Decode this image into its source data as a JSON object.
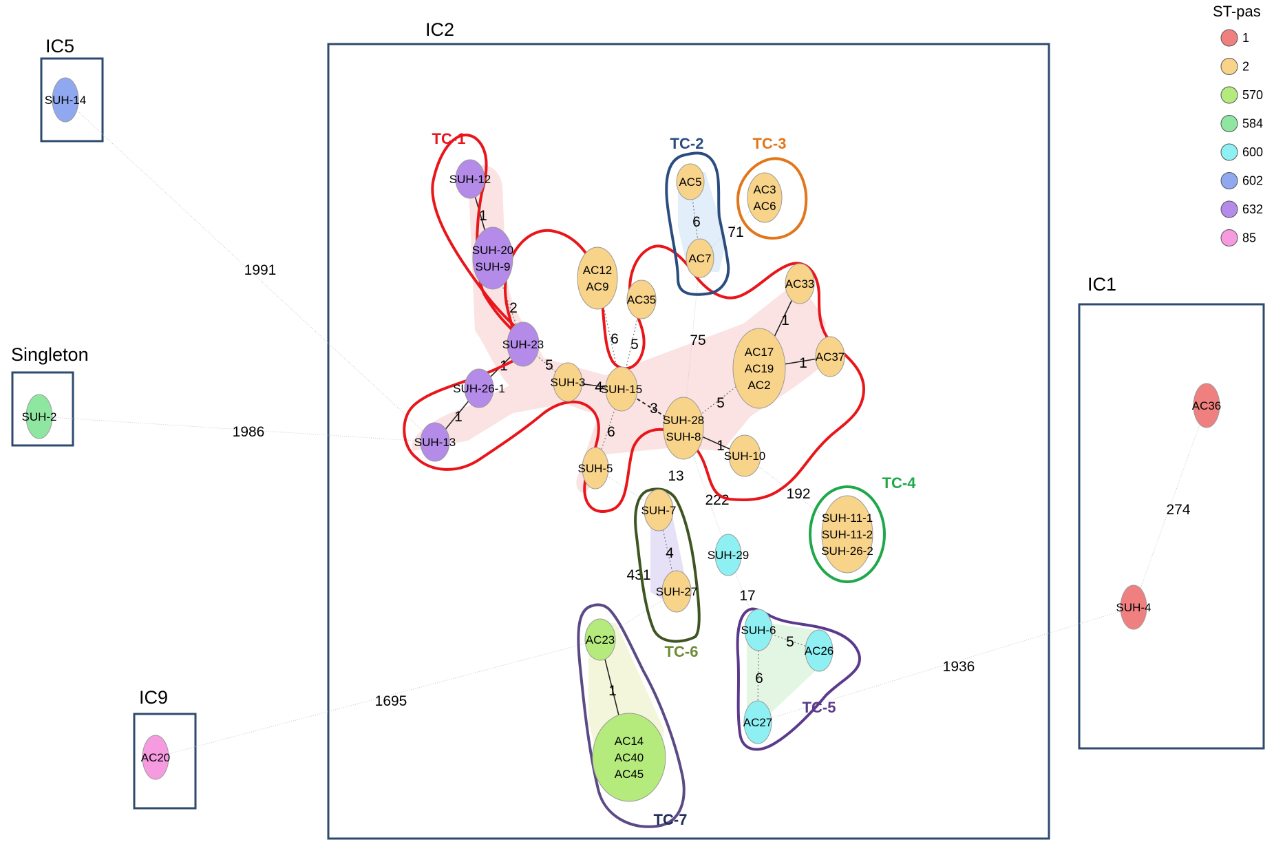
{
  "colors": {
    "st_1": "#f08080",
    "st_2": "#f8d38a",
    "st_570": "#b5ea7d",
    "st_584": "#8fe6a0",
    "st_600": "#8ef0f2",
    "st_602": "#8fa8f0",
    "st_632": "#b48be8",
    "st_85": "#f79be0",
    "box_border": "#2d4a6e"
  },
  "legend": {
    "title": "ST-pas",
    "items": [
      {
        "label": "1",
        "color": "#f08080"
      },
      {
        "label": "2",
        "color": "#f8d38a"
      },
      {
        "label": "570",
        "color": "#b5ea7d"
      },
      {
        "label": "584",
        "color": "#8fe6a0"
      },
      {
        "label": "600",
        "color": "#8ef0f2"
      },
      {
        "label": "602",
        "color": "#8fa8f0"
      },
      {
        "label": "632",
        "color": "#b48be8"
      },
      {
        "label": "85",
        "color": "#f79be0"
      }
    ]
  },
  "groups": [
    {
      "id": "IC5",
      "label": "IC5"
    },
    {
      "id": "IC2",
      "label": "IC2"
    },
    {
      "id": "IC1",
      "label": "IC1"
    },
    {
      "id": "Singleton",
      "label": "Singleton"
    },
    {
      "id": "IC9",
      "label": "IC9"
    }
  ],
  "clusters": [
    {
      "id": "TC-1",
      "label": "TC-1",
      "color": "#e8161b"
    },
    {
      "id": "TC-2",
      "label": "TC-2",
      "color": "#2b4c7e"
    },
    {
      "id": "TC-3",
      "label": "TC-3",
      "color": "#e2761b"
    },
    {
      "id": "TC-4",
      "label": "TC-4",
      "color": "#1fa84a"
    },
    {
      "id": "TC-5",
      "label": "TC-5",
      "color": "#5b3a8c"
    },
    {
      "id": "TC-6",
      "label": "TC-6",
      "color": "#6e8a35"
    },
    {
      "id": "TC-7",
      "label": "TC-7",
      "color": "#1f2e5a"
    }
  ],
  "nodes": [
    {
      "id": "SUH-14",
      "lines": [
        "SUH-14"
      ],
      "st": "602"
    },
    {
      "id": "SUH-2",
      "lines": [
        "SUH-2"
      ],
      "st": "584"
    },
    {
      "id": "AC20",
      "lines": [
        "AC20"
      ],
      "st": "85"
    },
    {
      "id": "AC36",
      "lines": [
        "AC36"
      ],
      "st": "1"
    },
    {
      "id": "SUH-4",
      "lines": [
        "SUH-4"
      ],
      "st": "1"
    },
    {
      "id": "SUH-12",
      "lines": [
        "SUH-12"
      ],
      "st": "632"
    },
    {
      "id": "SUH-20",
      "lines": [
        "SUH-20",
        "SUH-9"
      ],
      "st": "632"
    },
    {
      "id": "SUH-23",
      "lines": [
        "SUH-23"
      ],
      "st": "632"
    },
    {
      "id": "SUH-26-1",
      "lines": [
        "SUH-26-1"
      ],
      "st": "632"
    },
    {
      "id": "SUH-13",
      "lines": [
        "SUH-13"
      ],
      "st": "632"
    },
    {
      "id": "SUH-3",
      "lines": [
        "SUH-3"
      ],
      "st": "2"
    },
    {
      "id": "SUH-15",
      "lines": [
        "SUH-15"
      ],
      "st": "2"
    },
    {
      "id": "AC12",
      "lines": [
        "AC12",
        "AC9"
      ],
      "st": "2"
    },
    {
      "id": "AC35",
      "lines": [
        "AC35"
      ],
      "st": "2"
    },
    {
      "id": "SUH-5",
      "lines": [
        "SUH-5"
      ],
      "st": "2"
    },
    {
      "id": "SUH-28",
      "lines": [
        "SUH-28",
        "SUH-8"
      ],
      "st": "2"
    },
    {
      "id": "SUH-10",
      "lines": [
        "SUH-10"
      ],
      "st": "2"
    },
    {
      "id": "AC17",
      "lines": [
        "AC17",
        "AC19",
        "AC2"
      ],
      "st": "2"
    },
    {
      "id": "AC33",
      "lines": [
        "AC33"
      ],
      "st": "2"
    },
    {
      "id": "AC37",
      "lines": [
        "AC37"
      ],
      "st": "2"
    },
    {
      "id": "AC5",
      "lines": [
        "AC5"
      ],
      "st": "2"
    },
    {
      "id": "AC7",
      "lines": [
        "AC7"
      ],
      "st": "2"
    },
    {
      "id": "AC3",
      "lines": [
        "AC3",
        "AC6"
      ],
      "st": "2"
    },
    {
      "id": "SUH-11",
      "lines": [
        "SUH-11-1",
        "SUH-11-2",
        "SUH-26-2"
      ],
      "st": "2"
    },
    {
      "id": "SUH-7",
      "lines": [
        "SUH-7"
      ],
      "st": "2"
    },
    {
      "id": "SUH-27",
      "lines": [
        "SUH-27"
      ],
      "st": "2"
    },
    {
      "id": "SUH-29",
      "lines": [
        "SUH-29"
      ],
      "st": "600"
    },
    {
      "id": "SUH-6",
      "lines": [
        "SUH-6"
      ],
      "st": "600"
    },
    {
      "id": "AC26",
      "lines": [
        "AC26"
      ],
      "st": "600"
    },
    {
      "id": "AC27",
      "lines": [
        "AC27"
      ],
      "st": "600"
    },
    {
      "id": "AC23",
      "lines": [
        "AC23"
      ],
      "st": "570"
    },
    {
      "id": "AC14",
      "lines": [
        "AC14",
        "AC40",
        "AC45"
      ],
      "st": "570"
    }
  ],
  "edges": [
    {
      "from": "SUH-12",
      "to": "SUH-20",
      "label": "1",
      "style": "solid"
    },
    {
      "from": "SUH-20",
      "to": "SUH-23",
      "label": "2",
      "style": "dotted"
    },
    {
      "from": "SUH-23",
      "to": "SUH-26-1",
      "label": "1",
      "style": "solid"
    },
    {
      "from": "SUH-26-1",
      "to": "SUH-13",
      "label": "1",
      "style": "solid"
    },
    {
      "from": "SUH-23",
      "to": "SUH-3",
      "label": "5",
      "style": "dotted"
    },
    {
      "from": "SUH-3",
      "to": "SUH-15",
      "label": "4",
      "style": "solid"
    },
    {
      "from": "SUH-15",
      "to": "AC12",
      "label": "6",
      "style": "dotted"
    },
    {
      "from": "SUH-15",
      "to": "AC35",
      "label": "5",
      "style": "dotted"
    },
    {
      "from": "SUH-15",
      "to": "SUH-5",
      "label": "6",
      "style": "dotted"
    },
    {
      "from": "SUH-15",
      "to": "SUH-28",
      "label": "3",
      "style": "dashed"
    },
    {
      "from": "SUH-28",
      "to": "SUH-10",
      "label": "1",
      "style": "solid"
    },
    {
      "from": "SUH-28",
      "to": "AC17",
      "label": "5",
      "style": "dotted"
    },
    {
      "from": "AC17",
      "to": "AC33",
      "label": "1",
      "style": "solid"
    },
    {
      "from": "AC17",
      "to": "AC37",
      "label": "1",
      "style": "solid"
    },
    {
      "from": "AC5",
      "to": "AC7",
      "label": "6",
      "style": "dotted"
    },
    {
      "from": "AC7",
      "to": "AC3",
      "label": "71",
      "style": "faint"
    },
    {
      "from": "AC7",
      "to": "SUH-28",
      "label": "75",
      "style": "faint"
    },
    {
      "from": "SUH-10",
      "to": "SUH-11",
      "label": "192",
      "style": "faint"
    },
    {
      "from": "SUH-28",
      "to": "SUH-29",
      "label": "222",
      "style": "faint"
    },
    {
      "from": "SUH-5",
      "to": "SUH-7",
      "label": "13",
      "style": "faint"
    },
    {
      "from": "SUH-7",
      "to": "SUH-27",
      "label": "4",
      "style": "dotted"
    },
    {
      "from": "SUH-29",
      "to": "SUH-6",
      "label": "17",
      "style": "faint"
    },
    {
      "from": "SUH-6",
      "to": "AC26",
      "label": "5",
      "style": "dotted"
    },
    {
      "from": "SUH-6",
      "to": "AC27",
      "label": "6",
      "style": "dotted"
    },
    {
      "from": "SUH-27",
      "to": "AC23",
      "label": "431",
      "style": "faint"
    },
    {
      "from": "AC23",
      "to": "AC14",
      "label": "1",
      "style": "solid"
    },
    {
      "from": "SUH-14",
      "to": "SUH-13",
      "label": "1991",
      "style": "faint"
    },
    {
      "from": "SUH-2",
      "to": "SUH-13",
      "label": "1986",
      "style": "faint"
    },
    {
      "from": "AC20",
      "to": "AC23",
      "label": "1695",
      "style": "faint"
    },
    {
      "from": "AC27",
      "to": "SUH-4",
      "label": "1936",
      "style": "faint"
    },
    {
      "from": "SUH-4",
      "to": "AC36",
      "label": "274",
      "style": "faint"
    }
  ]
}
